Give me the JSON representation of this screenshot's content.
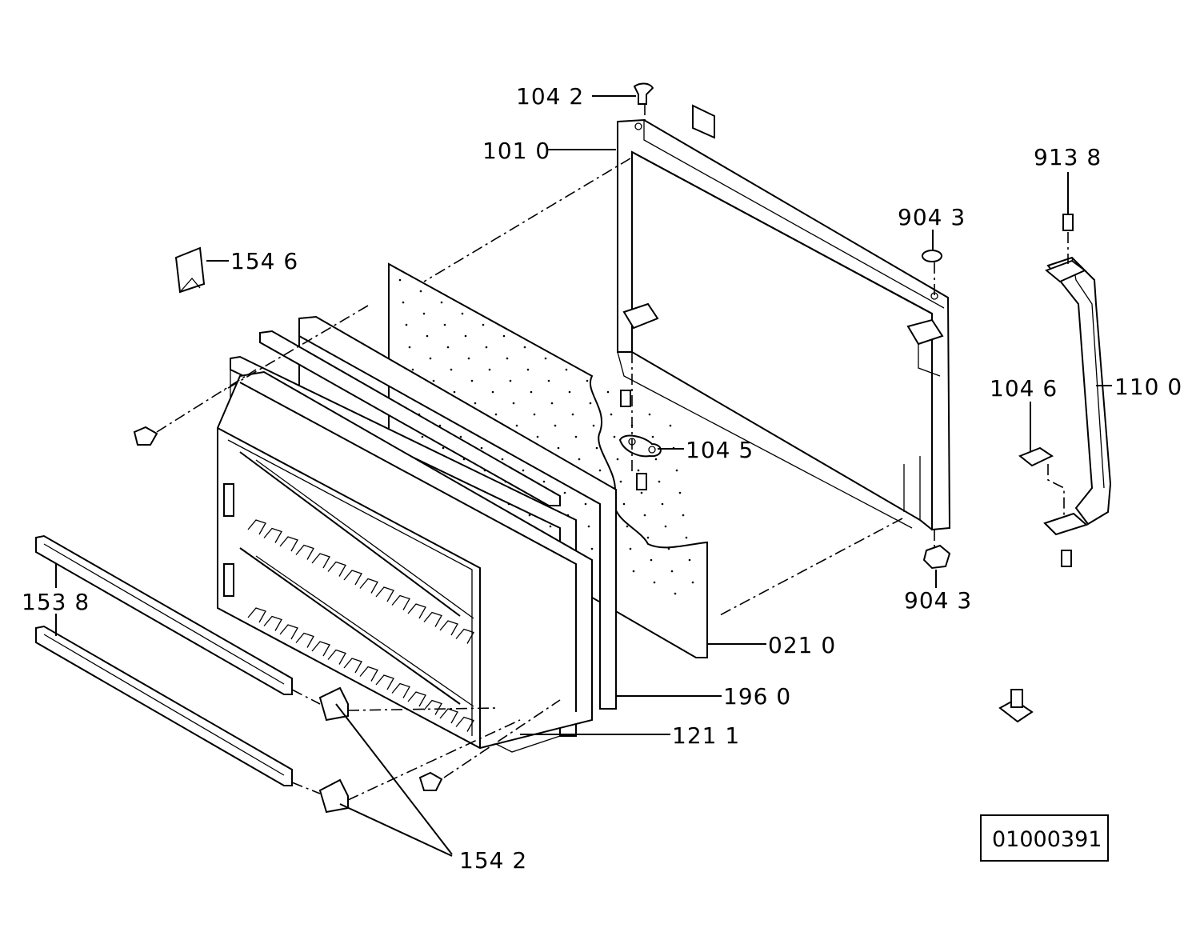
{
  "labels": {
    "l104_2": "104  2",
    "l101_0": "101  0",
    "l913_8": "913  8",
    "l904_3_top": "904  3",
    "l154_6": "154  6",
    "l104_6": "104  6",
    "l110_0": "110  0",
    "l104_5": "104  5",
    "l904_3_bottom": "904  3",
    "l153_8": "153  8",
    "l021_0": "021  0",
    "l196_0": "196  0",
    "l121_1": "121  1",
    "l154_2": "154  2"
  },
  "drawing_number": "01000391"
}
